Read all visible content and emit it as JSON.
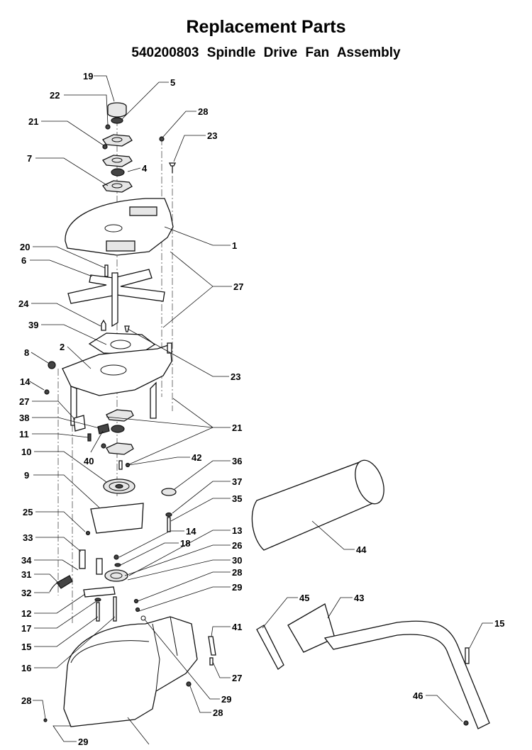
{
  "header": {
    "title": "Replacement Parts",
    "subtitle": "540200803   Spindle Drive Fan Assembly"
  },
  "callouts": [
    "19",
    "22",
    "5",
    "21",
    "28",
    "23",
    "7",
    "4",
    "1",
    "20",
    "6",
    "27",
    "24",
    "39",
    "23",
    "2",
    "8",
    "14",
    "27",
    "38",
    "11",
    "40",
    "21",
    "10",
    "42",
    "36",
    "9",
    "37",
    "35",
    "25",
    "14",
    "13",
    "33",
    "18",
    "26",
    "34",
    "31",
    "30",
    "28",
    "32",
    "29",
    "12",
    "17",
    "15",
    "16",
    "41",
    "27",
    "29",
    "28",
    "28",
    "29",
    "45",
    "43",
    "15",
    "46",
    "44"
  ]
}
